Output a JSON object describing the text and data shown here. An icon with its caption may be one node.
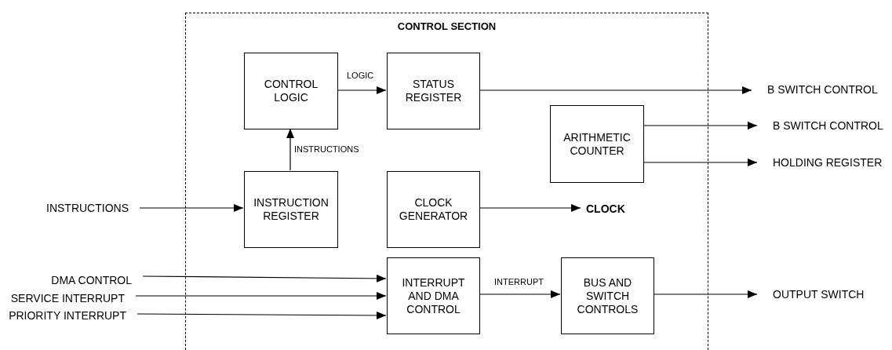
{
  "diagram": {
    "nodes": [
      {
        "text": [
          "CONTROL SECTION"
        ]
      },
      {
        "text": [
          "CONTROL LOGIC"
        ],
        "in": 0
      },
      {
        "text": [
          "STATUS REGISTER"
        ],
        "in": 0
      },
      {
        "text": [
          "ARITHMETIC COUNTER"
        ],
        "in": 0
      },
      {
        "text": [
          "INSTRUCTION REGISTER"
        ],
        "in": 0
      },
      {
        "text": [
          "CLOCK GENERATOR"
        ],
        "in": 0
      },
      {
        "text": [
          "CLOCK"
        ],
        "in": 0
      },
      {
        "text": [
          "INTERRUPT AND DMA CONTROL"
        ],
        "in": 0
      },
      {
        "text": [
          "BUS AND SWITCH CONTROLS"
        ],
        "in": 0
      },
      {
        "text": [
          "B SWITCH CONTROL"
        ]
      },
      {
        "text": [
          "B SWITCH CONTROL"
        ]
      },
      {
        "text": [
          "HOLDING REGISTER"
        ]
      },
      {
        "text": [
          "INSTRUCTIONS"
        ]
      },
      {
        "text": [
          "DMA CONTROL"
        ]
      },
      {
        "text": [
          "SERVICE INTERRUPT"
        ]
      },
      {
        "text": [
          "PRIORITY INTERRUPT"
        ]
      },
      {
        "text": [
          "OUTPUT SWITCH"
        ]
      }
    ],
    "edges": [
      {
        "from": 1,
        "to": 2,
        "arrow": "to",
        "label": "LOGIC"
      },
      {
        "from": 4,
        "to": 1,
        "arrow": "to",
        "label": "INSTRUCTIONS"
      },
      {
        "from": 2,
        "to": 9,
        "arrow": "to"
      },
      {
        "from": 3,
        "to": 10,
        "arrow": "to"
      },
      {
        "from": 3,
        "to": 11,
        "arrow": "to"
      },
      {
        "from": 12,
        "to": 4,
        "arrow": "to"
      },
      {
        "from": 5,
        "to": 6,
        "arrow": "to"
      },
      {
        "from": 13,
        "to": 7,
        "arrow": "to"
      },
      {
        "from": 14,
        "to": 7,
        "arrow": "to"
      },
      {
        "from": 15,
        "to": 7,
        "arrow": "to"
      },
      {
        "from": 7,
        "to": 8,
        "arrow": "to",
        "label": "INTERRUPT"
      },
      {
        "from": 8,
        "to": 16,
        "arrow": "to"
      }
    ]
  }
}
